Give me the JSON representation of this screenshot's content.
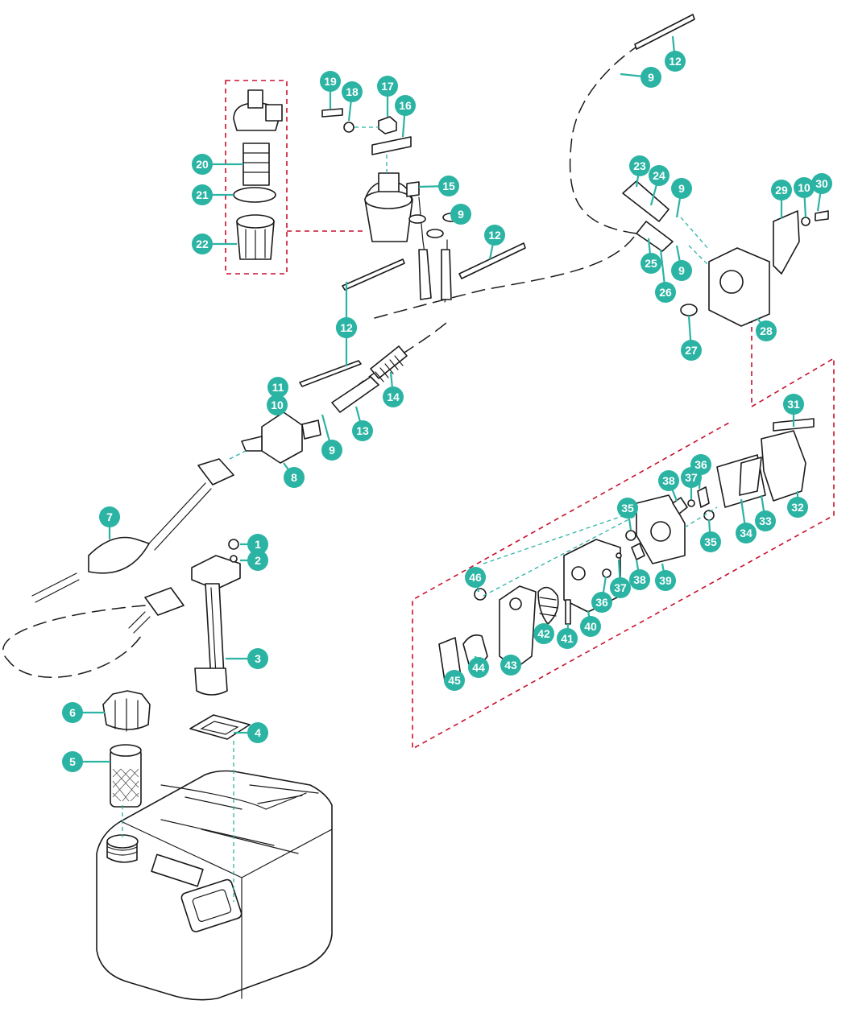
{
  "colors": {
    "callout": "#2bb3a3",
    "group_border": "#c8102e",
    "line": "#1a1a1a"
  },
  "callouts": [
    {
      "label": "1"
    },
    {
      "label": "2"
    },
    {
      "label": "3"
    },
    {
      "label": "4"
    },
    {
      "label": "5"
    },
    {
      "label": "6"
    },
    {
      "label": "7"
    },
    {
      "label": "8"
    },
    {
      "label": "9"
    },
    {
      "label": "9"
    },
    {
      "label": "9"
    },
    {
      "label": "9"
    },
    {
      "label": "9"
    },
    {
      "label": "10"
    },
    {
      "label": "10"
    },
    {
      "label": "11"
    },
    {
      "label": "12"
    },
    {
      "label": "12"
    },
    {
      "label": "12"
    },
    {
      "label": "12"
    },
    {
      "label": "13"
    },
    {
      "label": "14"
    },
    {
      "label": "15"
    },
    {
      "label": "16"
    },
    {
      "label": "17"
    },
    {
      "label": "18"
    },
    {
      "label": "19"
    },
    {
      "label": "20"
    },
    {
      "label": "21"
    },
    {
      "label": "22"
    },
    {
      "label": "23"
    },
    {
      "label": "24"
    },
    {
      "label": "25"
    },
    {
      "label": "26"
    },
    {
      "label": "27"
    },
    {
      "label": "28"
    },
    {
      "label": "29"
    },
    {
      "label": "30"
    },
    {
      "label": "31"
    },
    {
      "label": "32"
    },
    {
      "label": "33"
    },
    {
      "label": "34"
    },
    {
      "label": "35"
    },
    {
      "label": "35"
    },
    {
      "label": "36"
    },
    {
      "label": "36"
    },
    {
      "label": "37"
    },
    {
      "label": "37"
    },
    {
      "label": "38"
    },
    {
      "label": "38"
    },
    {
      "label": "39"
    },
    {
      "label": "40"
    },
    {
      "label": "41"
    },
    {
      "label": "42"
    },
    {
      "label": "43"
    },
    {
      "label": "44"
    },
    {
      "label": "45"
    },
    {
      "label": "46"
    }
  ]
}
